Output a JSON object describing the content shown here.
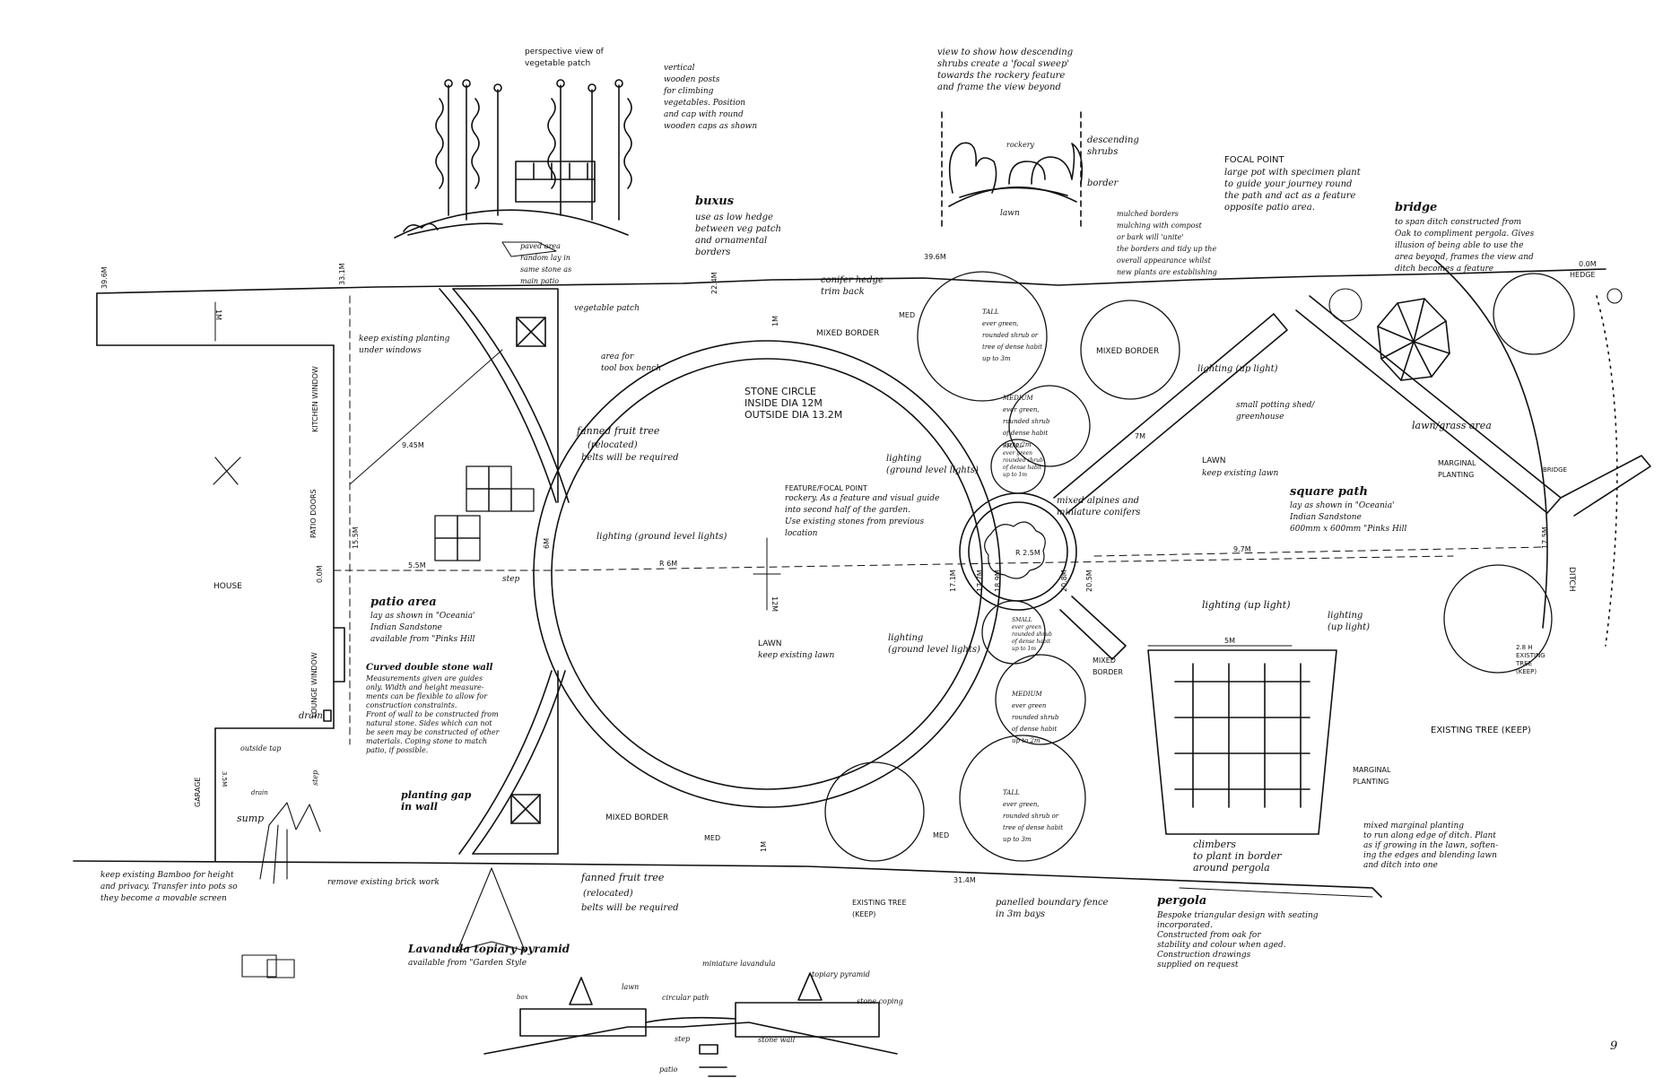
{
  "labels": {
    "veg_persp_title": "perspective view of\nvegetable patch",
    "veg_posts": "vertical\nwooden posts\nfor climbing\nvegetables. Position\nand cap with round\nwooden caps as shown",
    "buxus": "buxus",
    "buxus_desc": "use as low hedge\nbetween veg patch\nand ornamental\nborders",
    "paved_area": "paved area\nrandom lay in\nsame stone as\nmain patio",
    "sweep_title": "view to show how descending\nshrubs create a 'focal sweep'\ntowards the rockery feature\nand frame the view beyond",
    "sweep_rockery": "rockery",
    "sweep_descending": "descending\nshrubs",
    "sweep_border": "border",
    "sweep_lawn": "lawn",
    "focal_point_title": "FOCAL POINT",
    "focal_point_desc": "large pot with specimen plant\nto guide your journey round\nthe path and act as a feature\nopposite patio area.",
    "mulched_borders": "mulched borders\nmulching with compost\nor bark will 'unite'\nthe borders and tidy up the\noverall appearance whilst\nnew plants are establishing",
    "bridge_title": "bridge",
    "bridge_desc": "to span ditch constructed from\nOak to compliment pergola. Gives\nillusion of being able to use the\narea beyond, frames the view and\nditch becomes a feature",
    "conifer_hedge": "conifer hedge\ntrim back",
    "dim_39_6m": "39.6M",
    "dim_0m_top": "0.0M",
    "dim_33m": "33.1M",
    "dim_39_6m_left": "39.6M",
    "dim_1m_left": "1M",
    "dim_1m_top": "1M",
    "dim_22m": "22.4M",
    "vegetable_patch": "vegetable patch",
    "keep_existing_planting": "keep existing planting\nunder windows",
    "kitchen_window": "KITCHEN\nWINDOW",
    "area_toolbox": "area for\ntool box bench",
    "mixed_border_top": "MIXED BORDER",
    "med_top": "MED",
    "tall_top": "TALL\never green,\nrounded shrub or\ntree of dense habit\nup to 3m",
    "mixed_border_right": "MIXED BORDER",
    "stone_circle": "STONE CIRCLE\nINSIDE DIA 12M\nOUTSIDE DIA 13.2M",
    "lighting_up_top": "lighting (up light)",
    "potting_shed": "small potting shed/\ngreenhouse",
    "lawn_grass_area": "lawn/grass area",
    "hedge_top_right": "HEDGE",
    "medium_mid": "MEDIUM\never green,\nrounded shrub\nof dense habit\nup to 2m",
    "small_mid": "SMALL\never green\nrounded shrub\nof dense habit\nup to 1m",
    "fanned_fruit_top": "fanned fruit tree",
    "relocated_top": "(relocated)",
    "belts_top": "belts will be required",
    "dim_9_45m": "9.45M",
    "lighting_ground_mid": "lighting\n(ground level lights)",
    "lawn_right": "LAWN",
    "keep_lawn_right": "keep existing lawn",
    "dim_7m": "7M",
    "marginal_planting_top": "MARGINAL\nPLANTING",
    "bridge_marker": "BRIDGE",
    "feature_focal": "FEATURE/FOCAL POINT",
    "feature_desc": "rockery. As a feature and visual guide\ninto second half of the garden.\nUse existing stones from previous\nlocation",
    "mixed_alpines": "mixed alpines and\nminiature conifers",
    "square_path_title": "square path",
    "square_path_desc": "lay as shown in \"Oceania'\nIndian Sandstone\n600mm x 600mm \"Pinks Hill",
    "lighting_ground_left": "lighting (ground level lights)",
    "patio_doors": "PATIO\nDOORS",
    "dim_15_5m": "15.5M",
    "dim_0m_left": "0.0M",
    "dim_5_5m": "5.5M",
    "dim_6m": "6M",
    "dim_r6m": "R 6M",
    "dim_9_7m": "9.7M",
    "dim_r_2_5m": "R 2.5M",
    "dim_17m_a": "17.1M",
    "dim_17m_b": "17.7M",
    "dim_18m": "18.9M",
    "dim_20m_a": "20.8M",
    "dim_20m_b": "20.5M",
    "dim_17_5m": "17.5M",
    "dim_12m": "12M",
    "house": "HOUSE",
    "step_top": "step",
    "patio_area_title": "patio area",
    "patio_area_desc": "lay as shown in \"Oceania'\nIndian Sandstone\navailable from \"Pinks Hill",
    "lighting_up_right": "lighting (up light)",
    "lighting_up_far": "lighting\n(up light)",
    "ditch": "DITCH",
    "small_low": "SMALL\never green\nrounded shrub\nof dense habit\nup to 1m",
    "mixed_border_low": "MIXED\nBORDER",
    "dim_5m": "5M",
    "existing_tree_small": "2.8 H\nEXISTING\nTREE\n(KEEP)",
    "lawn_center": "LAWN",
    "keep_lawn_center": "keep existing lawn",
    "lighting_ground_low": "lighting\n(ground level lights)",
    "curved_wall_title": "Curved double stone wall",
    "curved_wall_desc": "Measurements given are guides\nonly. Width and height measure-\nments can be flexible to allow for\nconstruction constraints.\nFront of wall to be constructed from\nnatural stone. Sides which can not\nbe seen may be constructed of other\nmaterials. Coping stone to match\npatio, if possible.",
    "lounge_window": "LOUNGE\nWINDOW",
    "drain_top": "drain",
    "medium_low": "MEDIUM\never green\nrounded shrub\nof dense habit\nup to 2m",
    "existing_tree_keep": "EXISTING TREE (KEEP)",
    "outside_tap": "outside tap",
    "garage": "GARAGE",
    "dim_3_5m": "3.5M",
    "drain_low": "drain",
    "step_low": "step",
    "sump": "sump",
    "planting_gap": "planting gap\nin wall",
    "mixed_border_bottom": "MIXED BORDER",
    "med_bottom": "MED",
    "dim_1m_bottom": "1M",
    "med_bottom_right": "MED",
    "tall_low": "TALL\never green,\nrounded shrub or\ntree of dense habit\nup to 3m",
    "marginal_planting_low": "MARGINAL\nPLANTING",
    "mixed_marginal": "mixed marginal planting\nto run along edge of ditch. Plant\nas if growing in the lawn, soften-\ning the edges and blending lawn\nand ditch into one",
    "climbers": "climbers\nto plant in border\naround pergola",
    "keep_bamboo": "keep existing Bamboo for height\nand privacy. Transfer into pots so\nthey become a movable screen",
    "remove_brick": "remove existing brick work",
    "fanned_fruit_low": "fanned fruit tree",
    "relocated_low": "(relocated)",
    "belts_low": "belts will be required",
    "existing_tree_bottom": "EXISTING TREE\n(KEEP)",
    "dim_31_4m": "31.4M",
    "panelled_fence": "panelled boundary fence\nin 3m bays",
    "pergola_title": "pergola",
    "pergola_desc": "Bespoke triangular design with seating\nincorporated.\nConstructed from oak for\nstability and colour when aged.\nConstruction drawings\nsupplied on request",
    "lavandula_title": "Lavandula topiary pyramid",
    "lavandula_desc": "available from \"Garden Style",
    "sec_lawn": "lawn",
    "sec_circular_path": "circular path",
    "sec_mini_lavandula": "miniature lavandula",
    "sec_topiary": "topiary pyramid",
    "sec_stone_coping": "stone coping",
    "sec_stone_wall": "stone wall",
    "sec_step": "step",
    "sec_patio": "patio",
    "sec_box": "box",
    "page_number": "9"
  }
}
